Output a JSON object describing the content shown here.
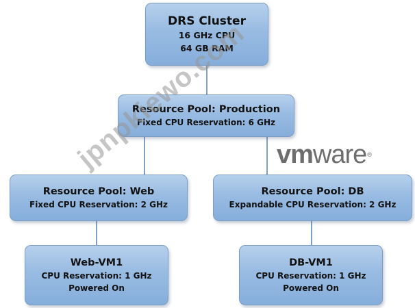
{
  "diagram": {
    "cluster": {
      "title": "DRS Cluster",
      "lines": [
        "16 GHz CPU",
        "64 GB RAM"
      ]
    },
    "production_pool": {
      "title": "Resource Pool:  Production",
      "lines": [
        "Fixed CPU Reservation:  6 GHz"
      ]
    },
    "web_pool": {
      "title": "Resource Pool:  Web",
      "lines": [
        "Fixed CPU Reservation:  2 GHz"
      ]
    },
    "db_pool": {
      "title": "Resource Pool:  DB",
      "lines": [
        "Expandable CPU Reservation:  2 GHz"
      ]
    },
    "web_vm": {
      "title": "Web-VM1",
      "lines": [
        "CPU Reservation:  1 GHz",
        "Powered On"
      ]
    },
    "db_vm": {
      "title": "DB-VM1",
      "lines": [
        "CPU Reservation:  1 GHz",
        "Powered On"
      ]
    }
  },
  "logo": {
    "vm": "vm",
    "ware": "ware",
    "mark": "®"
  },
  "watermark": "jpnpkiewo.com",
  "colors": {
    "box_top": "#b6d0ec",
    "box_bottom": "#86aedb",
    "box_border": "#7c9dc2",
    "connector": "#7f9fc3",
    "logo": "#6e6e6e"
  }
}
